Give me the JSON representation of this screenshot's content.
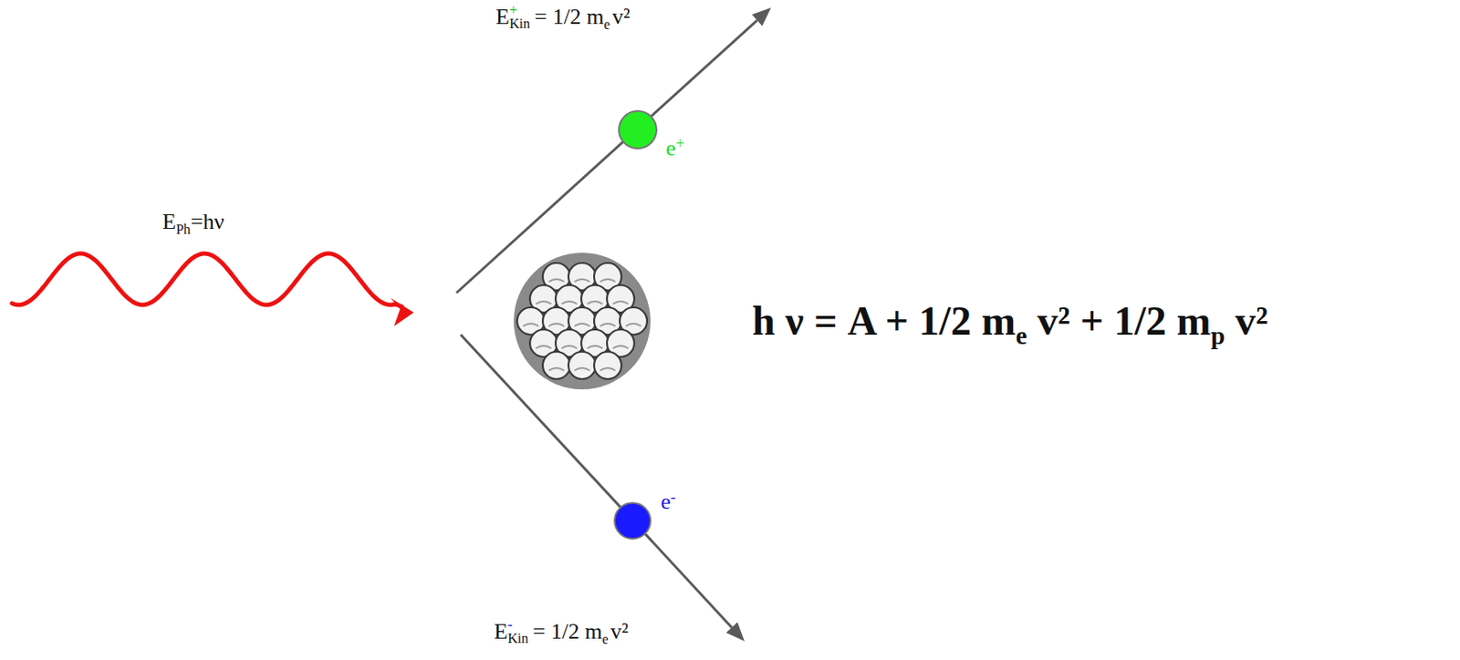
{
  "diagram": {
    "labels": [
      "E",
      "+",
      "Kin",
      "= 1/2 m",
      "e",
      "v²",
      "E",
      "Ph",
      "=hν",
      "e",
      "+",
      "e",
      "-",
      "E",
      "-",
      "Kin",
      "= 1/2 m",
      "e",
      "v²",
      "h ν = A + 1/2 m",
      "e",
      "v² + 1/2 m",
      "p",
      "v²"
    ]
  }
}
